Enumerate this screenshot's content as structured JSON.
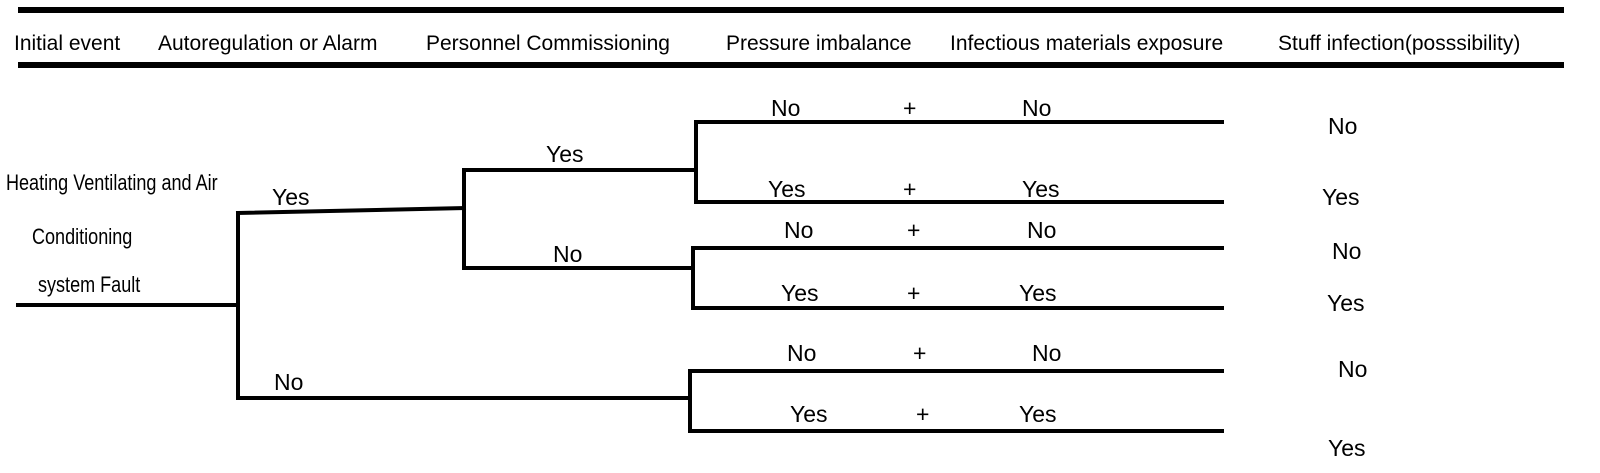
{
  "header": {
    "columns": [
      "Initial event",
      "Autoregulation or Alarm",
      "Personnel Commissioning",
      "Pressure imbalance",
      "Infectious materials exposure",
      "Stuff infection(posssibility)"
    ]
  },
  "initial_event": {
    "lines": [
      "Heating Ventilating and Air",
      "Conditioning",
      "system Fault"
    ]
  },
  "branches": {
    "autoregulation_yes": "Yes",
    "autoregulation_no": "No",
    "personnel_yes": "Yes",
    "personnel_no": "No"
  },
  "outcomes": [
    {
      "pressure": "No",
      "plus": "+",
      "exposure": "No",
      "infection": "No"
    },
    {
      "pressure": "Yes",
      "plus": "+",
      "exposure": "Yes",
      "infection": "Yes"
    },
    {
      "pressure": "No",
      "plus": "+",
      "exposure": "No",
      "infection": "No"
    },
    {
      "pressure": "Yes",
      "plus": "+",
      "exposure": "Yes",
      "infection": "Yes"
    },
    {
      "pressure": "No",
      "plus": "+",
      "exposure": "No",
      "infection": "No"
    },
    {
      "pressure": "Yes",
      "plus": "+",
      "exposure": "Yes",
      "infection": "Yes"
    }
  ]
}
